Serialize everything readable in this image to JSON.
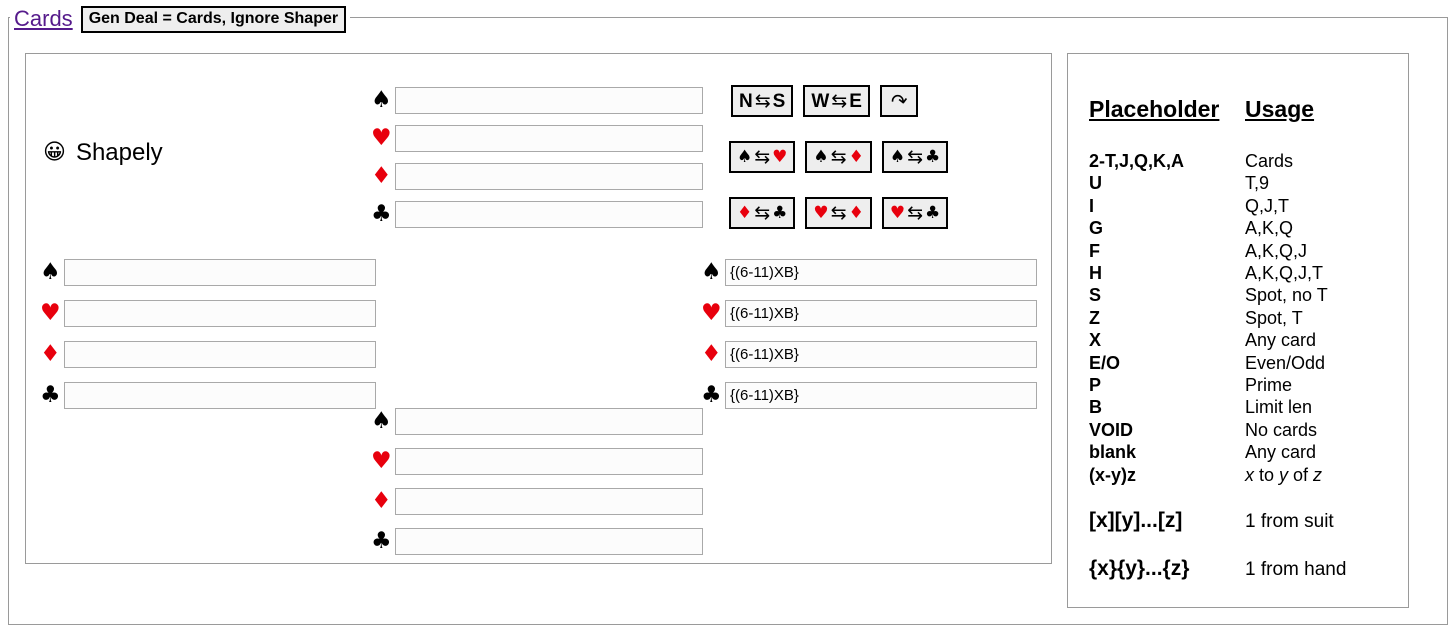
{
  "header": {
    "link_label": "Cards",
    "button_label": "Gen Deal = Cards, Ignore Shaper"
  },
  "shapely": {
    "emoji": "😀",
    "emoji_name": "grinning-face-emoji",
    "label": "Shapely"
  },
  "suits": {
    "spade": "♠",
    "heart": "♥",
    "diamond": "♦",
    "club": "♣"
  },
  "hands": {
    "north": {
      "name": "north-hand",
      "rows": [
        {
          "suit": "♠",
          "color": "black",
          "suit_name": "spade-icon",
          "value": ""
        },
        {
          "suit": "♥",
          "color": "red",
          "suit_name": "heart-icon",
          "value": ""
        },
        {
          "suit": "♦",
          "color": "red",
          "suit_name": "diamond-icon",
          "value": ""
        },
        {
          "suit": "♣",
          "color": "black",
          "suit_name": "club-icon",
          "value": ""
        }
      ]
    },
    "west": {
      "name": "west-hand",
      "rows": [
        {
          "suit": "♠",
          "color": "black",
          "suit_name": "spade-icon",
          "value": ""
        },
        {
          "suit": "♥",
          "color": "red",
          "suit_name": "heart-icon",
          "value": ""
        },
        {
          "suit": "♦",
          "color": "red",
          "suit_name": "diamond-icon",
          "value": ""
        },
        {
          "suit": "♣",
          "color": "black",
          "suit_name": "club-icon",
          "value": ""
        }
      ]
    },
    "east": {
      "name": "east-hand",
      "rows": [
        {
          "suit": "♠",
          "color": "black",
          "suit_name": "spade-icon",
          "value": "{(6-11)XB}"
        },
        {
          "suit": "♥",
          "color": "red",
          "suit_name": "heart-icon",
          "value": "{(6-11)XB}"
        },
        {
          "suit": "♦",
          "color": "red",
          "suit_name": "diamond-icon",
          "value": "{(6-11)XB}"
        },
        {
          "suit": "♣",
          "color": "black",
          "suit_name": "club-icon",
          "value": "{(6-11)XB}"
        }
      ]
    },
    "south": {
      "name": "south-hand",
      "rows": [
        {
          "suit": "♠",
          "color": "black",
          "suit_name": "spade-icon",
          "value": ""
        },
        {
          "suit": "♥",
          "color": "red",
          "suit_name": "heart-icon",
          "value": ""
        },
        {
          "suit": "♦",
          "color": "red",
          "suit_name": "diamond-icon",
          "value": ""
        },
        {
          "suit": "♣",
          "color": "black",
          "suit_name": "club-icon",
          "value": ""
        }
      ]
    }
  },
  "buttons": {
    "swap_glyph": "⇆",
    "rotate_glyph": "↶",
    "row1": [
      {
        "name": "swap-north-south-button",
        "left_text": "N",
        "right_text": "S",
        "type": "text"
      },
      {
        "name": "swap-west-east-button",
        "left_text": "W",
        "right_text": "E",
        "type": "text"
      },
      {
        "name": "rotate-hands-button",
        "type": "rotate"
      }
    ],
    "row2": [
      {
        "name": "swap-spade-heart-button",
        "left_suit": "♠",
        "left_color": "black",
        "right_suit": "♥",
        "right_color": "red",
        "type": "suit"
      },
      {
        "name": "swap-spade-diamond-button",
        "left_suit": "♠",
        "left_color": "black",
        "right_suit": "♦",
        "right_color": "red",
        "type": "suit"
      },
      {
        "name": "swap-spade-club-button",
        "left_suit": "♠",
        "left_color": "black",
        "right_suit": "♣",
        "right_color": "black",
        "type": "suit"
      }
    ],
    "row3": [
      {
        "name": "swap-diamond-club-button",
        "left_suit": "♦",
        "left_color": "red",
        "right_suit": "♣",
        "right_color": "black",
        "type": "suit"
      },
      {
        "name": "swap-heart-diamond-button",
        "left_suit": "♥",
        "left_color": "red",
        "right_suit": "♦",
        "right_color": "red",
        "type": "suit"
      },
      {
        "name": "swap-heart-club-button",
        "left_suit": "♥",
        "left_color": "red",
        "right_suit": "♣",
        "right_color": "black",
        "type": "suit"
      }
    ]
  },
  "legend": {
    "header": {
      "placeholder": "Placeholder",
      "usage": "Usage"
    },
    "rows": [
      {
        "placeholder": "2-T,J,Q,K,A",
        "usage": "Cards"
      },
      {
        "placeholder": "U",
        "usage": "T,9"
      },
      {
        "placeholder": "I",
        "usage": "Q,J,T"
      },
      {
        "placeholder": "G",
        "usage": "A,K,Q"
      },
      {
        "placeholder": "F",
        "usage": "A,K,Q,J"
      },
      {
        "placeholder": "H",
        "usage": "A,K,Q,J,T"
      },
      {
        "placeholder": "S",
        "usage": "Spot, no T"
      },
      {
        "placeholder": "Z",
        "usage": "Spot, T"
      },
      {
        "placeholder": "X",
        "usage": "Any card"
      },
      {
        "placeholder": "E/O",
        "usage": "Even/Odd"
      },
      {
        "placeholder": "P",
        "usage": "Prime"
      },
      {
        "placeholder": "B",
        "usage": "Limit len"
      },
      {
        "placeholder": "VOID",
        "usage": "No cards"
      },
      {
        "placeholder": "blank",
        "usage": "Any card"
      },
      {
        "placeholder": "(x-y)z",
        "usage_html": "<i>x</i> to <i>y</i> of <i>z</i>"
      }
    ],
    "big_rows": [
      {
        "placeholder": "[x][y]...[z]",
        "usage": "1 from suit"
      },
      {
        "placeholder": "{x}{y}...{z}",
        "usage": "1 from hand"
      }
    ]
  },
  "colors": {
    "link": "#551a8b",
    "red_suit": "#e8000d",
    "black_suit": "#000000",
    "button_face": "#eeeeee",
    "panel_border": "#9a9a9a"
  }
}
